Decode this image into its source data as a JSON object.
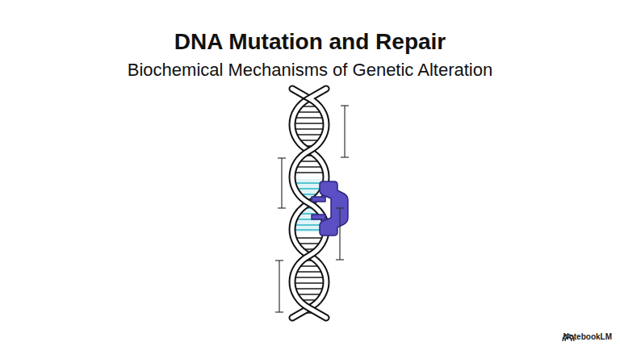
{
  "diagram": {
    "title": "DNA Mutation and Repair",
    "labels": [
      "Biochemical Mechanisms of Genetic Alteration",
      "NotebookLM"
    ]
  }
}
